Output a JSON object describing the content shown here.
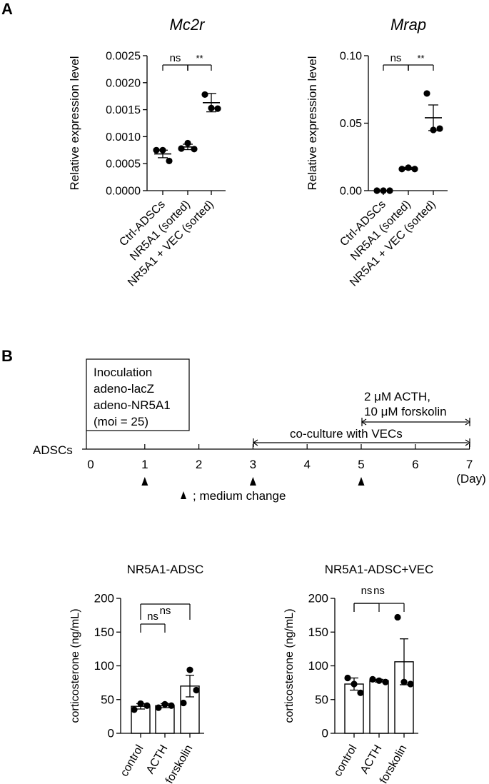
{
  "panels": {
    "a_label": "A",
    "b_label": "B"
  },
  "timeline": {
    "start_label": "ADSCs",
    "days": [
      "0",
      "1",
      "2",
      "3",
      "4",
      "5",
      "6",
      "7"
    ],
    "unit": "(Day)",
    "box_lines": [
      "Inoculation",
      "adeno-lacZ",
      "adeno-NR5A1",
      "(moi = 25)"
    ],
    "treatment_lines": [
      "2 μM ACTH,",
      "10 μM forskolin"
    ],
    "coculture": "co-culture with VECs",
    "medium_change_days": [
      1,
      3,
      5
    ],
    "medium_change_legend": "; medium change"
  },
  "chart_data": [
    {
      "type": "scatter",
      "title": "Mc2r",
      "ylabel": "Relative expression level",
      "ylim": [
        0,
        0.0025
      ],
      "yticks": [
        "0.0000",
        "0.0005",
        "0.0010",
        "0.0015",
        "0.0020",
        "0.0025"
      ],
      "categories": [
        "Ctrl-ADSCs",
        "NR5A1 (sorted)",
        "NR5A1 + VEC (sorted)"
      ],
      "points": [
        [
          0.00075,
          0.00075,
          0.00055
        ],
        [
          0.00078,
          0.00088,
          0.00077
        ],
        [
          0.00178,
          0.00153,
          0.00152
        ]
      ],
      "mean": [
        0.00068,
        0.00081,
        0.00163
      ],
      "sem": [
        7e-05,
        5e-05,
        0.00017
      ],
      "annotations": [
        {
          "from": 0,
          "to": 1,
          "text": "ns"
        },
        {
          "from": 1,
          "to": 2,
          "text": "**"
        }
      ]
    },
    {
      "type": "scatter",
      "title": "Mrap",
      "ylabel": "Relative expression level",
      "ylim": [
        0,
        0.1
      ],
      "yticks": [
        "0.00",
        "0.05",
        "0.10"
      ],
      "categories": [
        "Ctrl-ADSCs",
        "NR5A1 (sorted)",
        "NR5A1 + VEC (sorted)"
      ],
      "points": [
        [
          0.0,
          0.0,
          0.0
        ],
        [
          0.016,
          0.017,
          0.016
        ],
        [
          0.072,
          0.045,
          0.046
        ]
      ],
      "mean": [
        0.0,
        0.0165,
        0.054
      ],
      "sem": [
        0.0,
        0.0008,
        0.0095
      ],
      "annotations": [
        {
          "from": 0,
          "to": 1,
          "text": "ns"
        },
        {
          "from": 1,
          "to": 2,
          "text": "**"
        }
      ]
    },
    {
      "type": "bar",
      "title": "NR5A1-ADSC",
      "ylabel": "corticosterone (ng/mL)",
      "ylim": [
        0,
        200
      ],
      "yticks": [
        "0",
        "50",
        "100",
        "150",
        "200"
      ],
      "categories": [
        "control",
        "ACTH",
        "forskolin"
      ],
      "values": [
        40,
        41,
        70
      ],
      "sem": [
        4,
        3,
        16
      ],
      "points": [
        [
          35,
          44,
          41
        ],
        [
          38,
          43,
          41
        ],
        [
          45,
          94,
          64
        ]
      ],
      "annotations": [
        {
          "from": 0,
          "to": 1,
          "text": "ns"
        },
        {
          "from": 0,
          "to": 2,
          "text": "ns"
        }
      ]
    },
    {
      "type": "bar",
      "title": "NR5A1-ADSC+VEC",
      "ylabel": "corticosterone (ng/mL)",
      "ylim": [
        0,
        200
      ],
      "yticks": [
        "0",
        "50",
        "100",
        "150",
        "200"
      ],
      "categories": [
        "control",
        "ACTH",
        "forskolin"
      ],
      "values": [
        73,
        78,
        106
      ],
      "sem": [
        9,
        2,
        34
      ],
      "points": [
        [
          82,
          73,
          60
        ],
        [
          80,
          78,
          76
        ],
        [
          172,
          76,
          73
        ]
      ],
      "annotations": [
        {
          "from": 0,
          "to": 1,
          "text": "ns"
        },
        {
          "from": 0,
          "to": 2,
          "text": "ns"
        }
      ]
    }
  ]
}
